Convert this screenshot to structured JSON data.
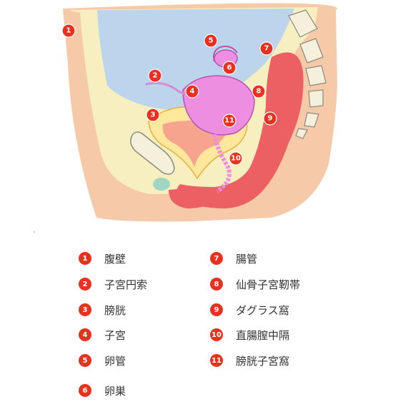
{
  "colors": {
    "marker": "#e8321f",
    "skin": "#f6c9a8",
    "abdominal_wall": "#f7efbf",
    "bladder": "#ffe79c",
    "bladder_lumen": "#f6a48e",
    "uterus": "#ee8ee0",
    "rectum": "#ec5f62",
    "cavity": "#bcd4ec",
    "bone": "#f4f0dc"
  },
  "markers": [
    "1",
    "2",
    "3",
    "4",
    "5",
    "6",
    "7",
    "8",
    "9",
    "10",
    "11"
  ],
  "legend": [
    {
      "num": "1",
      "label": "腹壁"
    },
    {
      "num": "2",
      "label": "子宮円索"
    },
    {
      "num": "3",
      "label": "膀胱"
    },
    {
      "num": "4",
      "label": "子宮"
    },
    {
      "num": "5",
      "label": "卵管"
    },
    {
      "num": "6",
      "label": "卵巣"
    },
    {
      "num": "7",
      "label": "腸管"
    },
    {
      "num": "8",
      "label": "仙骨子宮靭帯"
    },
    {
      "num": "9",
      "label": "ダグラス窩"
    },
    {
      "num": "10",
      "label": "直腸膣中隔"
    },
    {
      "num": "11",
      "label": "膀胱子宮窩"
    }
  ]
}
